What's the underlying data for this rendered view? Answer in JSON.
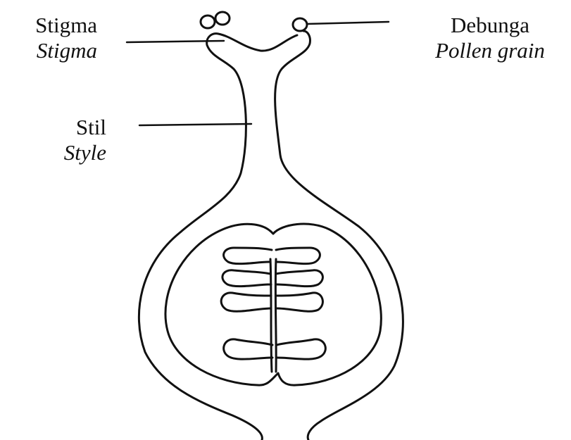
{
  "labels": {
    "stigma": {
      "malay": "Stigma",
      "english": "Stigma"
    },
    "style": {
      "malay": "Stil",
      "english": "Style"
    },
    "pollen": {
      "malay": "Debunga",
      "english": "Pollen grain"
    }
  },
  "colors": {
    "stroke": "#111111",
    "background": "#ffffff"
  }
}
